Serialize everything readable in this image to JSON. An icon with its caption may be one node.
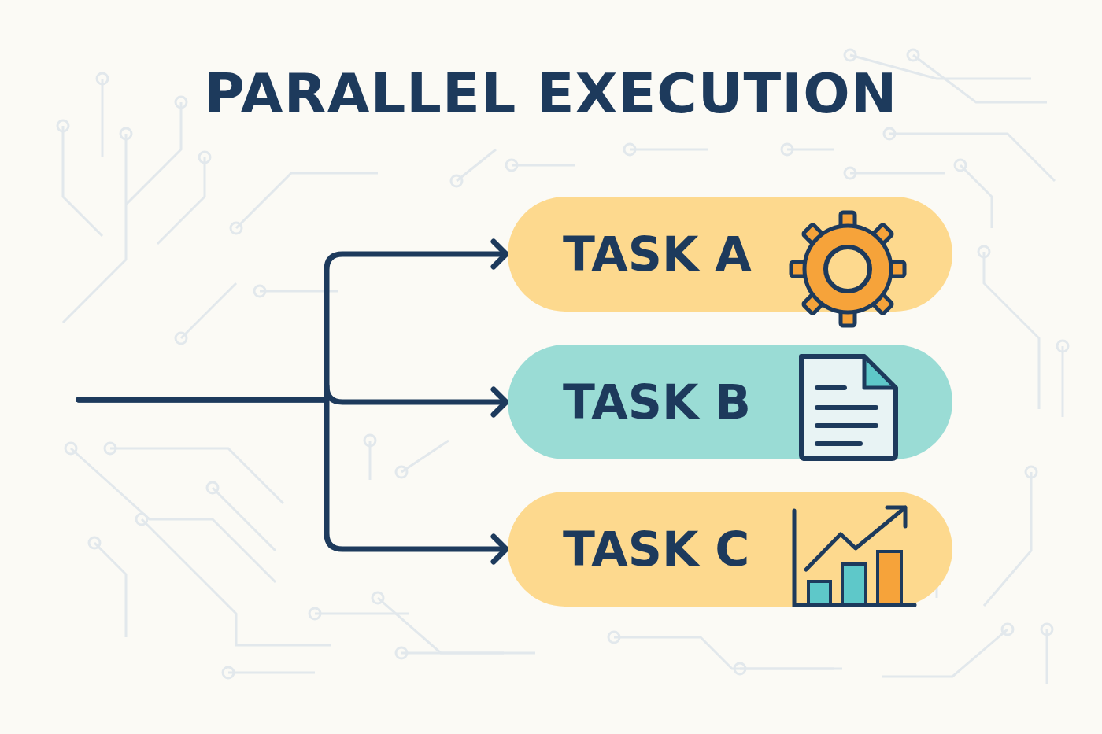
{
  "diagram": {
    "title": "PARALLEL EXECUTION",
    "nodes": [
      {
        "text": [
          "TASK A"
        ]
      },
      {
        "text": [
          "TASK B"
        ]
      },
      {
        "text": [
          "TASK C"
        ]
      }
    ],
    "edges": [
      {
        "from": null,
        "to": 0,
        "arrow": "to"
      },
      {
        "from": null,
        "to": 1,
        "arrow": "to"
      },
      {
        "from": null,
        "to": 2,
        "arrow": "to"
      }
    ]
  }
}
